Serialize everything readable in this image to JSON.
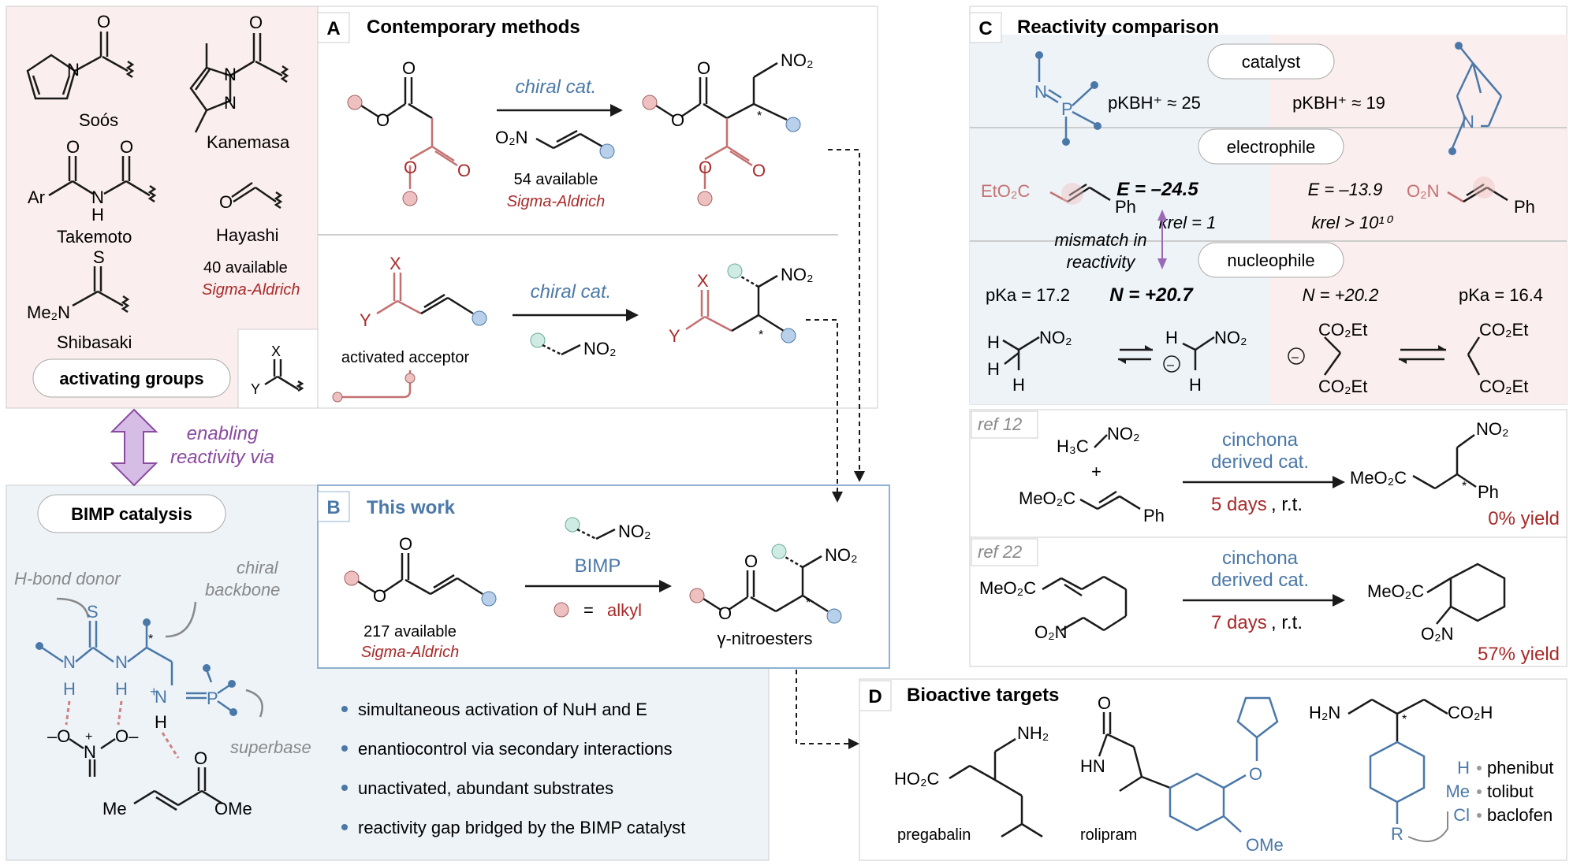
{
  "activating": {
    "names": [
      "Soós",
      "Kanemasa",
      "Takemoto",
      "Hayashi",
      "Shibasaki"
    ],
    "hayashi_count": "40 available",
    "hayashi_source": "Sigma-Aldrich",
    "pill": "activating groups",
    "atoms": {
      "ar": "Ar",
      "nh": "N",
      "h": "H",
      "me2n": "Me₂N",
      "s": "S",
      "o": "O",
      "n": "N",
      "x": "X",
      "y": "Y"
    }
  },
  "enabling": {
    "line1": "enabling",
    "line2": "reactivity via"
  },
  "panelA": {
    "letter": "A",
    "title": "Contemporary methods",
    "cat1": "chiral cat.",
    "nitroalkene": "O₂N",
    "count": "54 available",
    "source": "Sigma-Aldrich",
    "no2": "NO₂",
    "cat2": "chiral cat.",
    "acceptor": "activated acceptor",
    "no2b": "NO₂"
  },
  "panelB": {
    "letter": "B",
    "title": "This work",
    "reagent": "NO₂",
    "catalyst": "BIMP",
    "legend_eq": "=",
    "legend_alkyl": "alkyl",
    "count": "217 available",
    "source": "Sigma-Aldrich",
    "product": "γ-nitroesters",
    "no2": "NO₂"
  },
  "bimp": {
    "pill": "BIMP catalysis",
    "hbond": "H-bond donor",
    "chiral1": "chiral",
    "chiral2": "backbone",
    "superbase": "superbase",
    "me": "Me",
    "ome": "OMe",
    "bullets": [
      "simultaneous activation of NuH and E",
      "enantiocontrol via secondary interactions",
      "unactivated, abundant substrates",
      "reactivity gap bridged by the BIMP catalyst"
    ]
  },
  "panelC": {
    "letter": "C",
    "title": "Reactivity comparison",
    "catalyst_pill": "catalyst",
    "pkbh_left": "pKBH⁺ ≈ 25",
    "pkbh_right": "pKBH⁺ ≈ 19",
    "electrophile_pill": "electrophile",
    "e_left": "E = –24.5",
    "e_right": "E = –13.9",
    "krel_left": "krel = 1",
    "krel_right": "krel > 10¹⁰",
    "ester_label": "EtO₂C",
    "ph": "Ph",
    "o2n": "O₂N",
    "mismatch1": "mismatch in",
    "mismatch2": "reactivity",
    "nucleophile_pill": "nucleophile",
    "pka_left": "pKa = 17.2",
    "n_left": "N = +20.7",
    "n_right": "N = +20.2",
    "pka_right": "pKa = 16.4",
    "no2": "NO₂",
    "co2et": "CO₂Et"
  },
  "ref12": {
    "tag": "ref 12",
    "reagent1": "H₃C",
    "reagent1b": "NO₂",
    "plus": "+",
    "reagent2": "MeO₂C",
    "ph": "Ph",
    "cat1": "cinchona",
    "cat2": "derived cat.",
    "time": "5 days",
    "temp": ", r.t.",
    "product": "MeO₂C",
    "product_no2": "NO₂",
    "product_ph": "Ph",
    "yield": "0% yield"
  },
  "ref22": {
    "tag": "ref 22",
    "reagent1": "MeO₂C",
    "reagent2": "O₂N",
    "cat1": "cinchona",
    "cat2": "derived cat.",
    "time": "7 days",
    "temp": ", r.t.",
    "product": "MeO₂C",
    "product_no2": "O₂N",
    "yield": "57% yield"
  },
  "panelD": {
    "letter": "D",
    "title": "Bioactive targets",
    "pregabalin": "pregabalin",
    "rolipram": "rolipram",
    "nh2": "NH₂",
    "ho2c": "HO₂C",
    "hn": "HN",
    "ome": "OMe",
    "h2n": "H₂N",
    "co2h": "CO₂H",
    "r": "R",
    "subs": [
      {
        "sym": "H",
        "name": "phenibut"
      },
      {
        "sym": "Me",
        "name": "tolibut"
      },
      {
        "sym": "Cl",
        "name": "baclofen"
      }
    ]
  },
  "colors": {
    "blue": "#4a78a8",
    "red": "#a82a2a",
    "pink_bg": "#fbeeee",
    "blue_bg": "#eef3f8",
    "purple": "#b48ad0"
  }
}
